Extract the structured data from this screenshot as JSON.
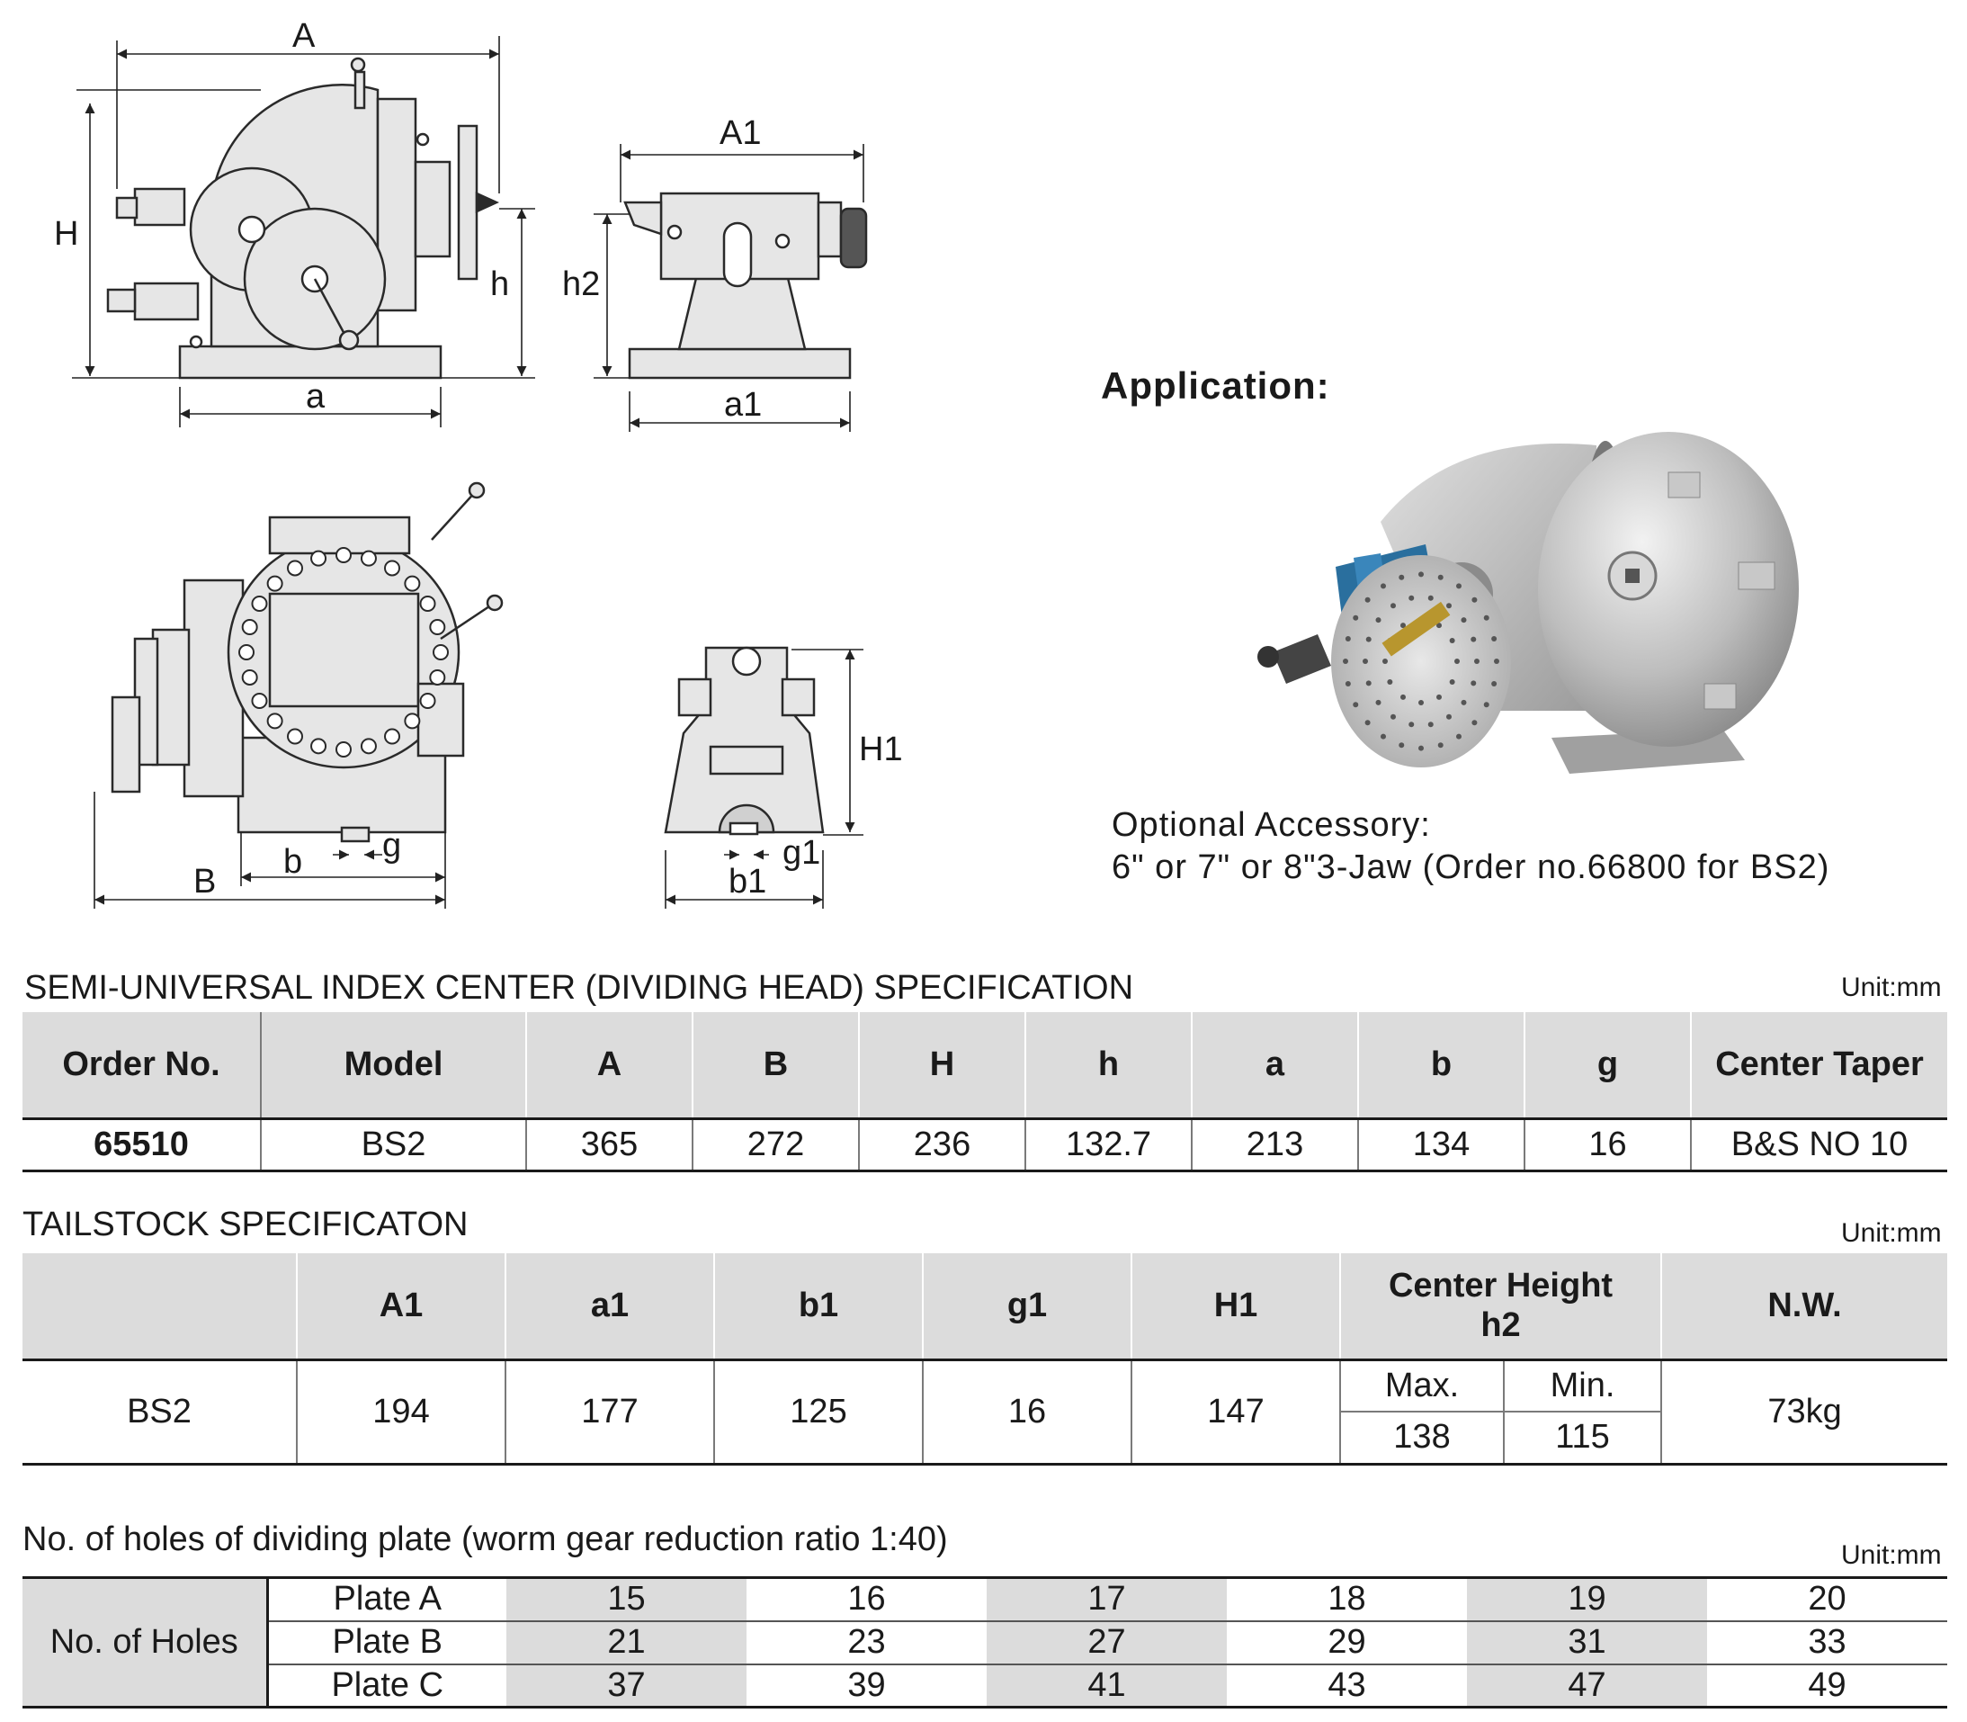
{
  "drawing": {
    "front_labels": [
      "A",
      "H",
      "h",
      "a"
    ],
    "tail_labels": [
      "A1",
      "h2",
      "a1"
    ],
    "bottom_labels": [
      "B",
      "b",
      "g"
    ],
    "tail_bottom_labels": [
      "H1",
      "b1",
      "g1"
    ]
  },
  "application": {
    "title": "Application:",
    "accessory_line1": "Optional Accessory:",
    "accessory_line2": "6\" or 7\" or 8\"3-Jaw (Order no.66800 for BS2)"
  },
  "spec1": {
    "title": "SEMI-UNIVERSAL INDEX CENTER (DIVIDING HEAD) SPECIFICATION",
    "unit": "Unit:mm",
    "headers": [
      "Order No.",
      "Model",
      "A",
      "B",
      "H",
      "h",
      "a",
      "b",
      "g",
      "Center Taper"
    ],
    "row": [
      "65510",
      "BS2",
      "365",
      "272",
      "236",
      "132.7",
      "213",
      "134",
      "16",
      "B&S NO 10"
    ]
  },
  "spec2": {
    "title": "TAILSTOCK SPECIFICATON",
    "unit": "Unit:mm",
    "headers": [
      "",
      "A1",
      "a1",
      "b1",
      "g1",
      "H1",
      "Center Height h2",
      "N.W."
    ],
    "h2_line1": "Center Height",
    "h2_line2": "h2",
    "sub": {
      "max": "Max.",
      "min": "Min."
    },
    "row": {
      "model": "BS2",
      "A1": "194",
      "a1": "177",
      "b1": "125",
      "g1": "16",
      "H1": "147",
      "max": "138",
      "min": "115",
      "nw": "73kg"
    }
  },
  "spec3": {
    "title": "No. of holes of dividing plate (worm gear reduction ratio 1:40)",
    "unit": "Unit:mm",
    "row_header": "No. of Holes",
    "plates": [
      {
        "name": "Plate A",
        "values": [
          "15",
          "16",
          "17",
          "18",
          "19",
          "20"
        ]
      },
      {
        "name": "Plate B",
        "values": [
          "21",
          "23",
          "27",
          "29",
          "31",
          "33"
        ]
      },
      {
        "name": "Plate C",
        "values": [
          "37",
          "39",
          "41",
          "43",
          "47",
          "49"
        ]
      }
    ]
  }
}
